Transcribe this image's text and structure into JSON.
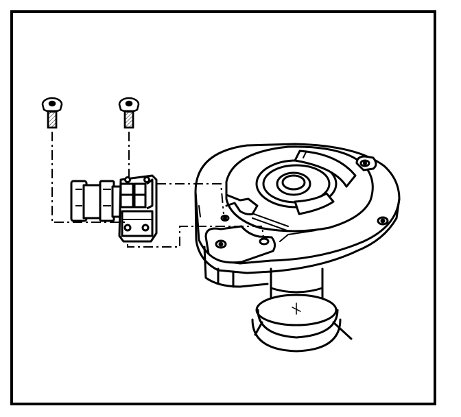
{
  "figure": {
    "line_color": "#000000",
    "background": "#ffffff",
    "parts": [
      "left-screw",
      "right-screw",
      "bracket-module",
      "distributor-housing",
      "distributor-shaft"
    ]
  }
}
